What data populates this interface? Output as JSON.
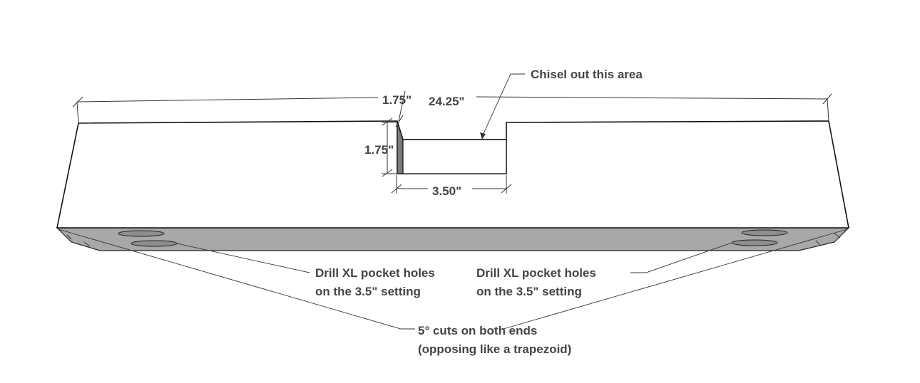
{
  "dimensions": {
    "overall_length": "24.25\"",
    "notch_offset": "1.75\"",
    "notch_depth": "1.75\"",
    "notch_width": "3.50\""
  },
  "annotations": {
    "chisel": "Chisel out this area",
    "pocket_left": [
      "Drill XL pocket holes",
      "on the 3.5\" setting"
    ],
    "pocket_right": [
      "Drill XL pocket holes",
      "on the 3.5\" setting"
    ],
    "cuts": [
      "5° cuts on both ends",
      "(opposing like a trapezoid)"
    ]
  },
  "colors": {
    "face": "#ffffff",
    "bottom": "#a8a8a8",
    "notch_wall": "#7a7a7a",
    "text": "#444444",
    "line": "#333333"
  }
}
